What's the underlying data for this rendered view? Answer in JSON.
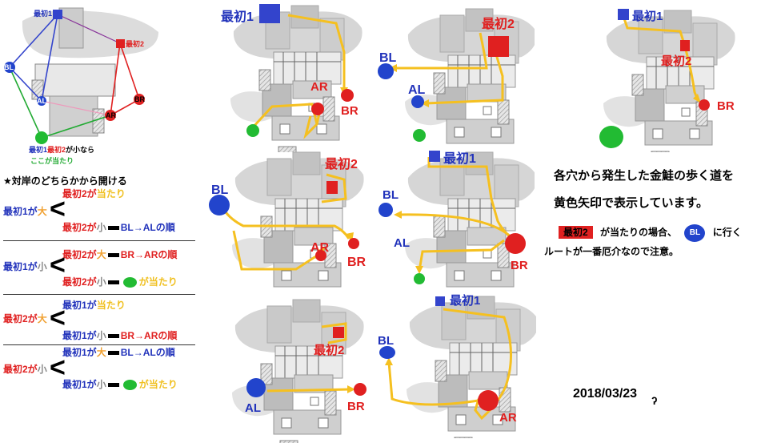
{
  "legend_map": {
    "label_first1": "最初1",
    "label_first2": "最初2",
    "label_bl": "BL",
    "label_al": "AL",
    "label_ar": "AR",
    "label_br": "BR",
    "note_prefix": "最初1",
    "note_first2": "最初2",
    "note_small": "が小なら",
    "note_here": "ここが当たり"
  },
  "rules": {
    "heading": "★対岸のどちらかから開ける",
    "b1_left": "最初1が",
    "b1_big": "大",
    "b1_top_a": "最初2が",
    "b1_top_b": "当たり",
    "b1_bot_a": "最初2が",
    "b1_bot_small": "小",
    "b1_bot_b": "BL→ALの順",
    "b2_left": "最初1が",
    "b2_small": "小",
    "b2_top_a": "最初2が",
    "b2_top_big": "大",
    "b2_top_b": "BR→ARの順",
    "b2_bot_a": "最初2が",
    "b2_bot_small": "小",
    "b2_bot_b": "が当たり",
    "b3_left": "最初2が",
    "b3_big": "大",
    "b3_top_a": "最初1が",
    "b3_top_b": "当たり",
    "b3_bot_a": "最初1が",
    "b3_bot_small": "小",
    "b3_bot_b": "BR→ARの順",
    "b4_left": "最初2が",
    "b4_small": "小",
    "b4_top_a": "最初1が",
    "b4_top_big": "大",
    "b4_top_b": "BL→ALの順",
    "b4_bot_a": "最初1が",
    "b4_bot_small": "小",
    "b4_bot_b": "が当たり"
  },
  "panels": {
    "p1": {
      "first": "最初1",
      "ar": "AR",
      "br": "BR"
    },
    "p2": {
      "first": "最初2",
      "bl": "BL",
      "al": "AL"
    },
    "p3": {
      "first1": "最初1",
      "first2": "最初2",
      "br": "BR"
    },
    "p4": {
      "first": "最初2",
      "bl": "BL",
      "ar": "AR",
      "br": "BR"
    },
    "p5": {
      "first": "最初1",
      "bl": "BL",
      "al": "AL",
      "br": "BR"
    },
    "p6": {
      "first": "最初2",
      "al": "AL",
      "br": "BR"
    },
    "p7": {
      "first": "最初1",
      "bl": "BL",
      "ar": "AR"
    }
  },
  "description": {
    "line1": "各穴から発生した金鮭の歩く道を",
    "line2": "黄色矢印で表示しています。",
    "badge": "最初2",
    "when": "が当たりの場合、",
    "bl_dot": "BL",
    "go": "に行く",
    "line4": "ルートが一番厄介なので注意。"
  },
  "date": "2018/03/23",
  "colors": {
    "first1": "#3344cc",
    "first2": "#e02020",
    "route": "#f5c020",
    "goal": "#22bb33"
  }
}
